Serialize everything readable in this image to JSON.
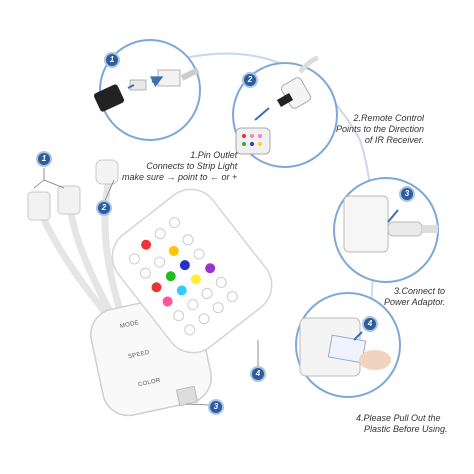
{
  "steps": [
    {
      "number": "1",
      "text": [
        "1.Pin Outlet",
        "Connects to Strip Light",
        "make sure → point to ← or +"
      ]
    },
    {
      "number": "2",
      "text": [
        "2.Remote Control",
        "Points to the Direction",
        "of IR Receiver."
      ]
    },
    {
      "number": "3",
      "text": [
        "3.Connect to",
        "Power Adaptor."
      ]
    },
    {
      "number": "4",
      "text": [
        "4.Please Pull Out the",
        "Plastic Before Using."
      ]
    }
  ],
  "controller": {
    "mode": "MODE",
    "speed": "SPEED",
    "color": "COLOR"
  },
  "callout_numbers": {
    "left_1": "1",
    "left_2": "2",
    "left_3": "3",
    "remote_4": "4"
  },
  "colors": {
    "badge_fill": "#2f5c9a",
    "badge_ring": "#a8c4e6",
    "arrow": "#3e6fb0",
    "circle_border": "#7fa8d8"
  },
  "icons": [
    "connector-plug-icon",
    "remote-control-icon",
    "power-jack-icon",
    "ir-receiver-icon"
  ]
}
